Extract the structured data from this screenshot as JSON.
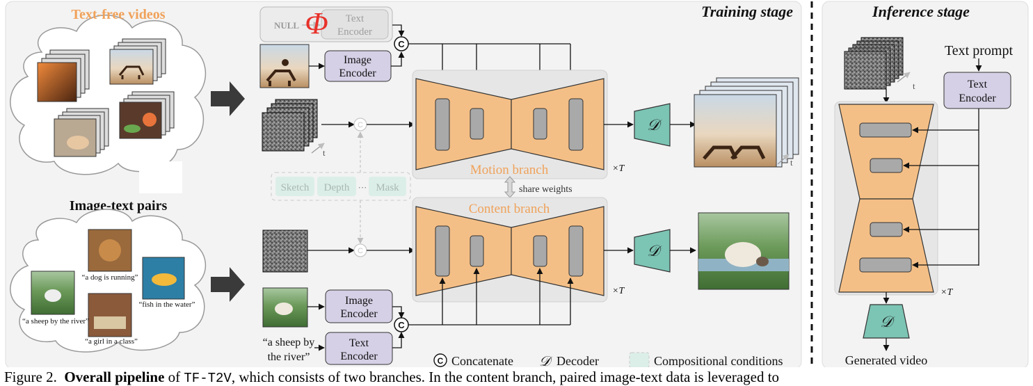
{
  "colors": {
    "orange": "#f4bf86",
    "orange_text": "#f0a25a",
    "encoder_fill": "#d6d0e6",
    "decoder_fill": "#7cc4b4",
    "condition_fill": "#dceee8",
    "block_fill": "#a9a9a9",
    "red": "#e8312a"
  },
  "left": {
    "text_free_title": "Text-free videos",
    "pairs_title": "Image-text pairs",
    "captions": [
      "“a dog is running”",
      "“fish in the water”",
      "“a sheep by the river”",
      "“a girl in a class”"
    ]
  },
  "training": {
    "title": "Training stage",
    "null_label": "NULL",
    "phi_symbol": "Φ",
    "text_encoder": [
      "Text",
      "Encoder"
    ],
    "image_encoder": [
      "Image",
      "Encoder"
    ],
    "concat_symbol": "C",
    "t_label": "t",
    "conditions": [
      "Sketch",
      "Depth",
      "···",
      "Mask"
    ],
    "motion_branch": "Motion branch",
    "content_branch": "Content branch",
    "share_weights": "share weights",
    "times_t": "×T",
    "decoder_symbol": "𝒟",
    "prompt_text": [
      "“a sheep by",
      "the river”"
    ]
  },
  "legend": {
    "concatenate": "Concatenate",
    "decoder": "Decoder",
    "compositional": "Compositional conditions"
  },
  "inference": {
    "title": "Inference stage",
    "text_prompt": "Text prompt",
    "text_encoder": [
      "Text",
      "Encoder"
    ],
    "t_label": "t",
    "times_t": "×T",
    "decoder_symbol": "𝒟",
    "generated_video": "Generated video"
  },
  "caption": {
    "figure": "Figure 2.",
    "bold": "Overall pipeline",
    "of": "of",
    "method": "TF-T2V",
    "rest": ", which consists of two branches. In the content branch, paired image-text data is leveraged to"
  }
}
